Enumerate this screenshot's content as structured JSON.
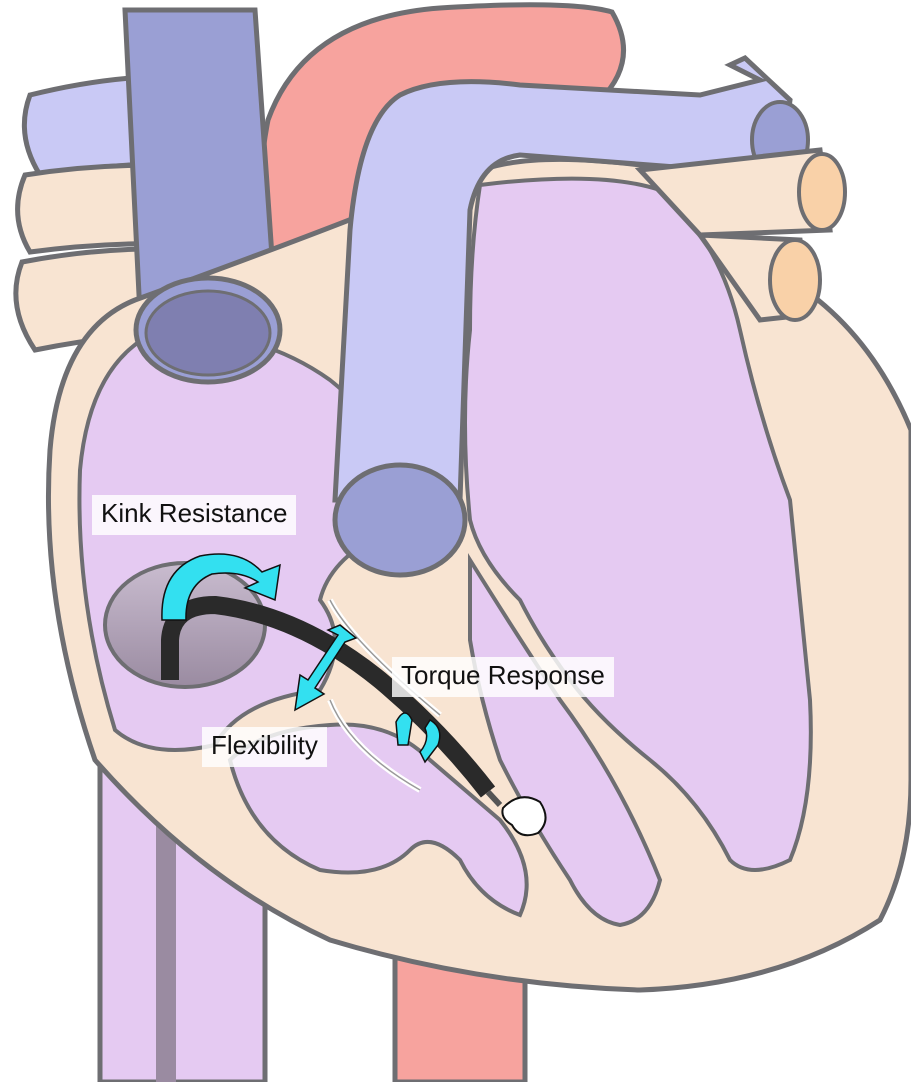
{
  "labels": {
    "kink_resistance": "Kink Resistance",
    "torque_response": "Torque Response",
    "flexibility": "Flexibility"
  },
  "colors": {
    "outline": "#6e6e72",
    "heart_wall": "#f8e4d2",
    "chamber": "#e5caf2",
    "vena_cava": "#9a9fd4",
    "vessel_interior": "#7f7fb0",
    "pulmonary_artery": "#c9c9f5",
    "pulmonary_artery_end": "#9a9fd4",
    "aorta": "#f7a39e",
    "pulmonary_veins": "#f8e4d2",
    "pulmonary_vein_ends": "#f9d1a8",
    "septal_opening": "#a495a9",
    "catheter": "#2a2a2a",
    "indicator_arrows": "#33e0f0"
  }
}
